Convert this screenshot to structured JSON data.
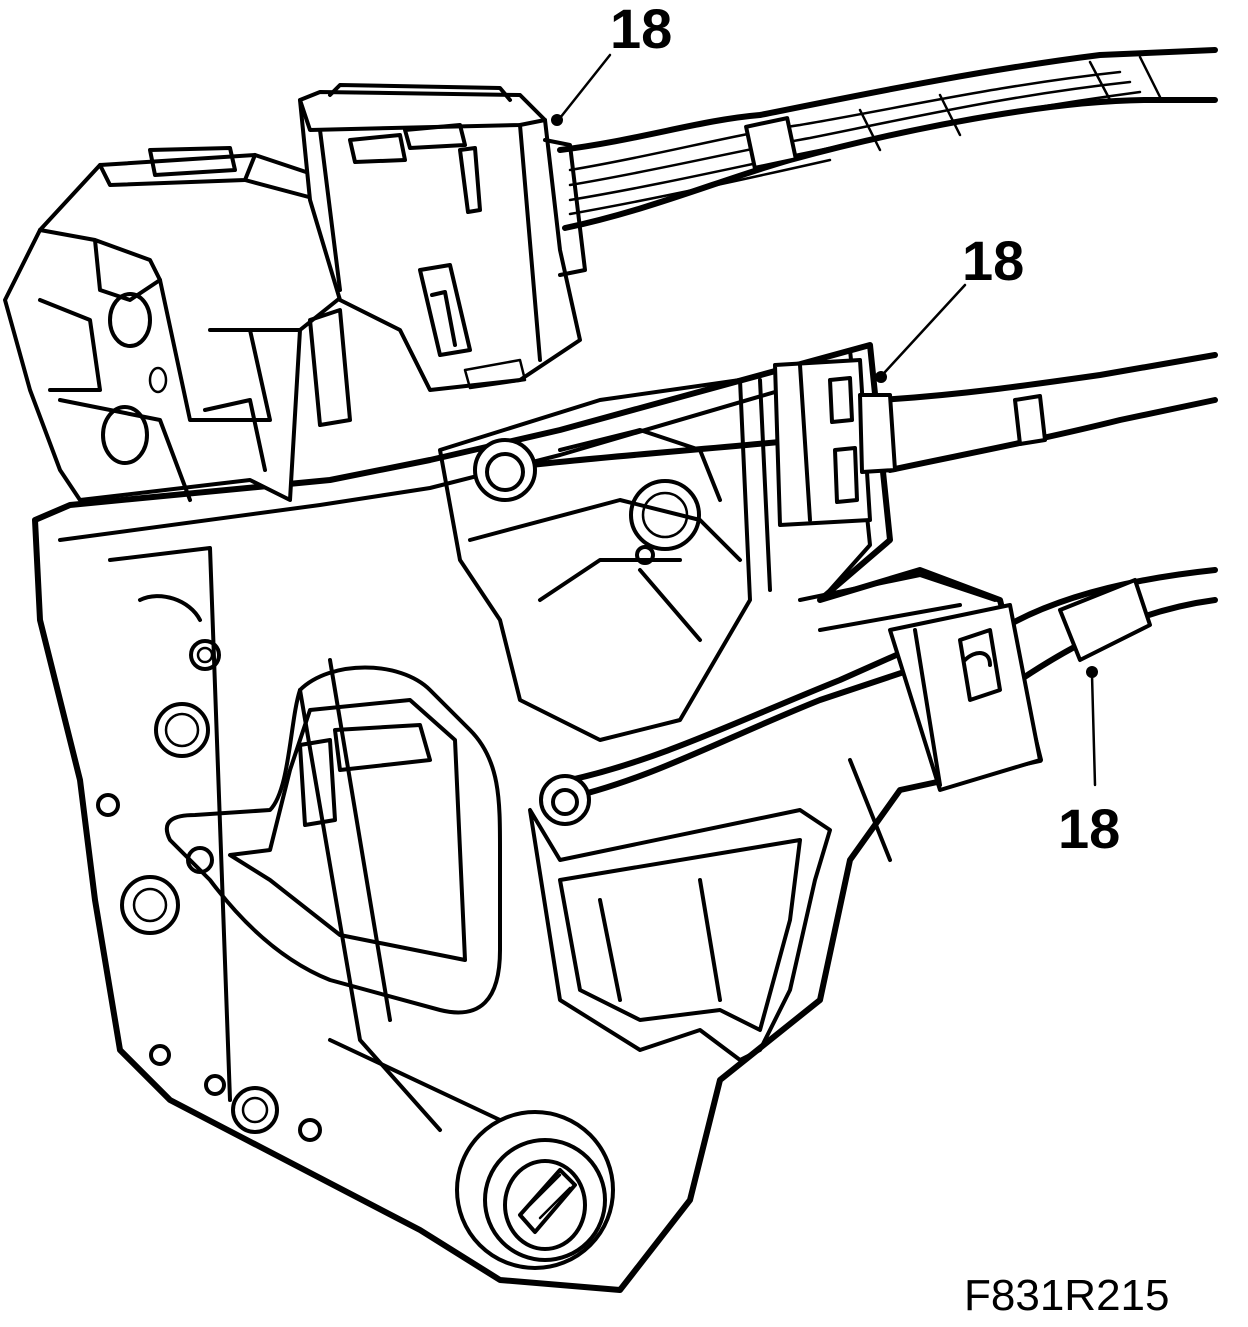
{
  "diagram": {
    "callouts": [
      {
        "id": "callout-top",
        "label": "18"
      },
      {
        "id": "callout-middle",
        "label": "18"
      },
      {
        "id": "callout-bottom",
        "label": "18"
      }
    ],
    "figure_code": "F831R215",
    "line_color": "#000000",
    "background": "#ffffff"
  }
}
